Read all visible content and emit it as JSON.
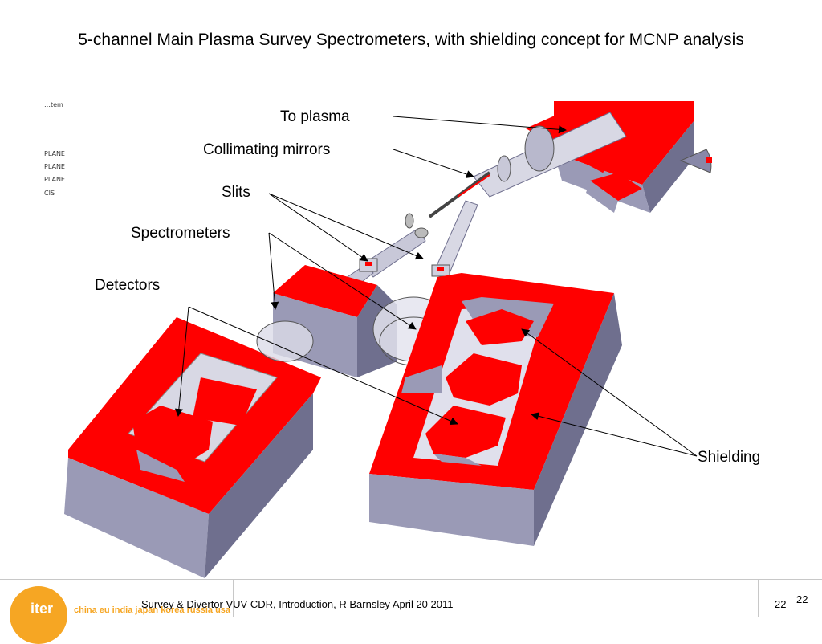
{
  "slide": {
    "title": "5-channel Main Plasma Survey Spectrometers, with shielding concept for MCNP analysis",
    "residual_text": [
      "…tem",
      "PLANE",
      "PLANE",
      "PLANE",
      "CIS"
    ],
    "labels": {
      "to_plasma": "To plasma",
      "collimating_mirrors": "Collimating mirrors",
      "slits": "Slits",
      "spectrometers": "Spectrometers",
      "detectors": "Detectors",
      "shielding": "Shielding"
    },
    "colors": {
      "shield_red": "#ff0000",
      "steel": "#9a9ab6",
      "steel_dark": "#6f6f8e",
      "logo_orange": "#f6a623"
    }
  },
  "footer": {
    "text": "Survey & Divertor VUV CDR, Introduction, R Barnsley April 20 2011",
    "page_number_a": "22",
    "page_number_b": "22",
    "logo_text": "iter",
    "countries": "china eu india japan korea russia usa"
  }
}
